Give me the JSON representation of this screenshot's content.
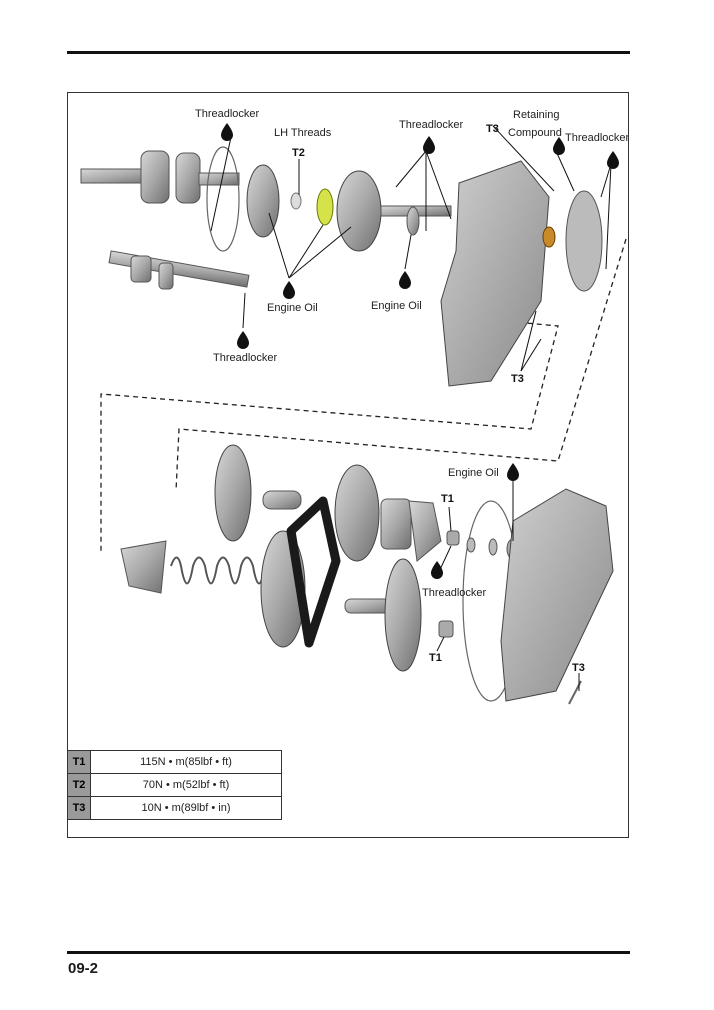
{
  "page_number": "09-2",
  "labels": {
    "threadlocker": "Threadlocker",
    "lh_threads": "LH Threads",
    "retaining": "Retaining",
    "compound": "Compound",
    "engine_oil": "Engine Oil",
    "t1": "T1",
    "t2": "T2",
    "t3": "T3"
  },
  "torque_table": [
    {
      "code": "T1",
      "value": "115N • m(85lbf • ft)"
    },
    {
      "code": "T2",
      "value": "70N • m(52lbf • ft)"
    },
    {
      "code": "T3",
      "value": "10N • m(89lbf • in)"
    }
  ]
}
